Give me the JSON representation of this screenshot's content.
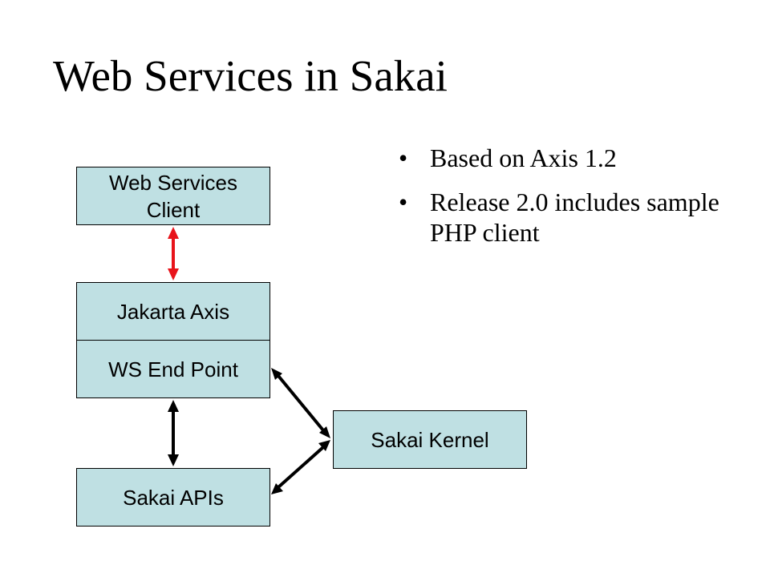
{
  "slide": {
    "title": "Web Services in Sakai",
    "bullets": [
      "Based on Axis 1.2",
      "Release 2.0 includes sample PHP client"
    ],
    "bullet_glyph": "•"
  },
  "diagram": {
    "box_color": "#bfe0e3",
    "nodes": {
      "web_services_client": "Web Services Client",
      "jakarta_axis": "Jakarta Axis",
      "ws_end_point": "WS End Point",
      "sakai_apis": "Sakai APIs",
      "sakai_kernel": "Sakai Kernel"
    },
    "edges": [
      {
        "from": "web_services_client",
        "to": "jakarta_axis",
        "direction": "both",
        "color": "#e8141b"
      },
      {
        "from": "ws_end_point",
        "to": "sakai_apis",
        "direction": "both",
        "color": "#000000"
      },
      {
        "from": "ws_end_point",
        "to": "sakai_kernel",
        "direction": "both",
        "color": "#000000"
      },
      {
        "from": "sakai_apis",
        "to": "sakai_kernel",
        "direction": "both",
        "color": "#000000"
      }
    ]
  }
}
